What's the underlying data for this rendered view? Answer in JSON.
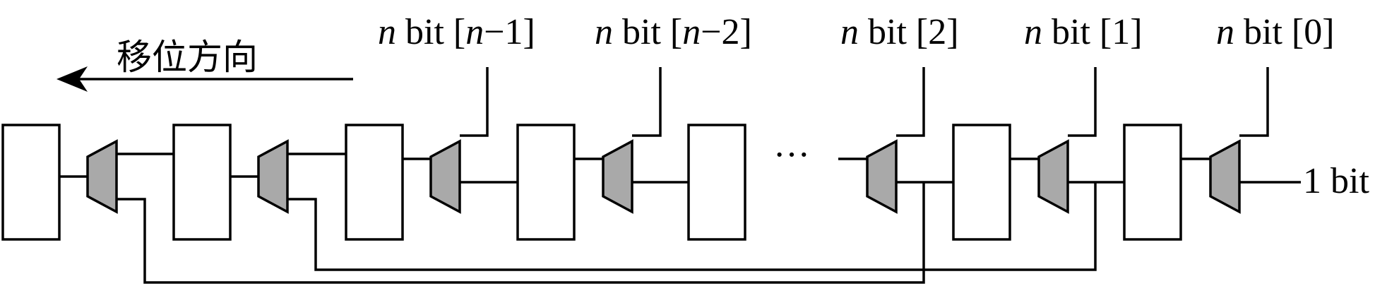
{
  "diagram": {
    "shift_direction_label": "移位方向",
    "ellipsis": "···",
    "single_bit_label": "1 bit",
    "input_labels": [
      {
        "prefix": "n",
        "text": " bit [",
        "index_var": "n",
        "index_rest": "−1]"
      },
      {
        "prefix": "n",
        "text": " bit [",
        "index_var": "n",
        "index_rest": "−2]"
      },
      {
        "prefix": "n",
        "text": " bit [2]",
        "index_var": "",
        "index_rest": ""
      },
      {
        "prefix": "n",
        "text": " bit [1]",
        "index_var": "",
        "index_rest": ""
      },
      {
        "prefix": "n",
        "text": " bit [0]",
        "index_var": "",
        "index_rest": ""
      }
    ],
    "colors": {
      "stroke": "#000000",
      "mux_fill": "#a9a9a9",
      "box_fill": "#ffffff",
      "background": "#ffffff"
    }
  }
}
